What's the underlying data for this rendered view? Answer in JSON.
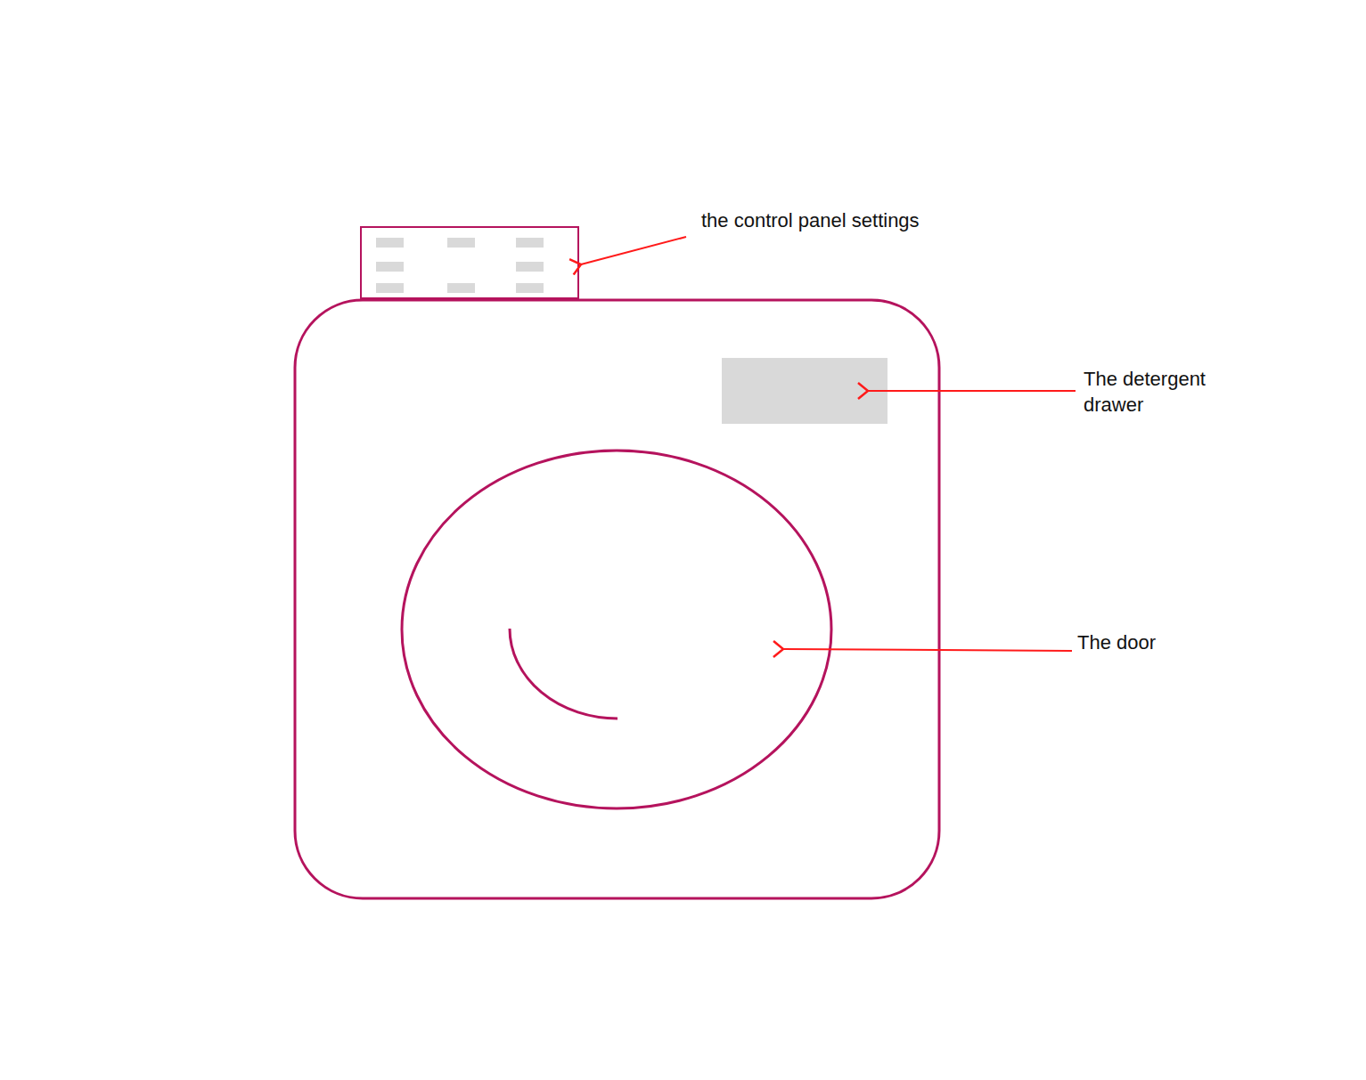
{
  "diagram": {
    "labels": [
      "the control panel settings",
      "The detergent drawer",
      "The door"
    ]
  }
}
